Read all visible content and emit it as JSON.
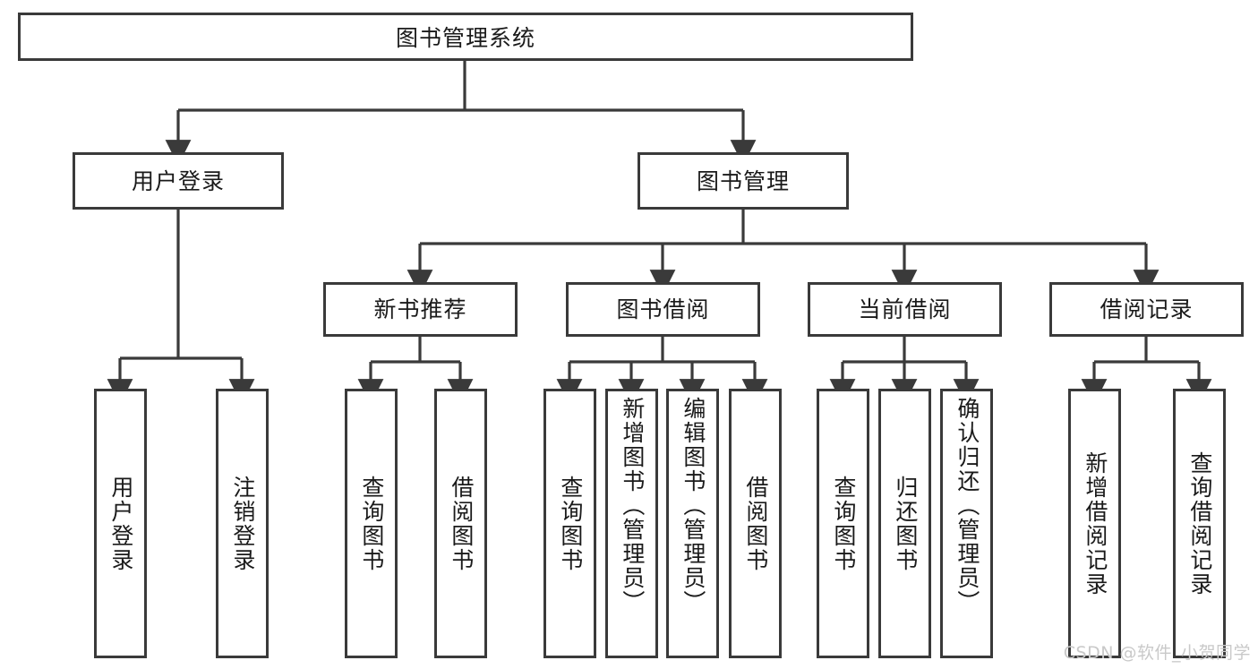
{
  "diagram": {
    "title": "图书管理系统",
    "type": "tree-hierarchy",
    "style": {
      "box_border_color": "#3a3a3a",
      "box_fill_color": "#ffffff",
      "edge_color": "#3a3a3a",
      "text_color": "#1a1a1a",
      "background": "#ffffff",
      "watermark_color": "#c9c9c9"
    },
    "root": {
      "label": "图书管理系统"
    },
    "level2": [
      {
        "id": "user-login",
        "label": "用户登录"
      },
      {
        "id": "book-management",
        "label": "图书管理"
      }
    ],
    "level3": [
      {
        "id": "new-book-recommend",
        "label": "新书推荐"
      },
      {
        "id": "book-borrow",
        "label": "图书借阅"
      },
      {
        "id": "current-borrow",
        "label": "当前借阅"
      },
      {
        "id": "borrow-record",
        "label": "借阅记录"
      }
    ],
    "leaves": {
      "user-login": [
        {
          "id": "leaf-user-login",
          "label": "用户登录"
        },
        {
          "id": "leaf-logout",
          "label": "注销登录"
        }
      ],
      "new-book-recommend": [
        {
          "id": "leaf-query-book-1",
          "label": "查询图书"
        },
        {
          "id": "leaf-borrow-book-1",
          "label": "借阅图书"
        }
      ],
      "book-borrow": [
        {
          "id": "leaf-query-book-2",
          "label": "查询图书"
        },
        {
          "id": "leaf-add-book",
          "label": "新增图书（管理员）"
        },
        {
          "id": "leaf-edit-book",
          "label": "编辑图书（管理员）"
        },
        {
          "id": "leaf-borrow-book-2",
          "label": "借阅图书"
        }
      ],
      "current-borrow": [
        {
          "id": "leaf-query-book-3",
          "label": "查询图书"
        },
        {
          "id": "leaf-return-book",
          "label": "归还图书"
        },
        {
          "id": "leaf-confirm-return",
          "label": "确认归还（管理员）"
        }
      ],
      "borrow-record": [
        {
          "id": "leaf-add-record",
          "label": "新增借阅记录"
        },
        {
          "id": "leaf-query-record",
          "label": "查询借阅记录"
        }
      ]
    }
  },
  "watermark": {
    "text": "CSDN @软件_小贺同学"
  }
}
